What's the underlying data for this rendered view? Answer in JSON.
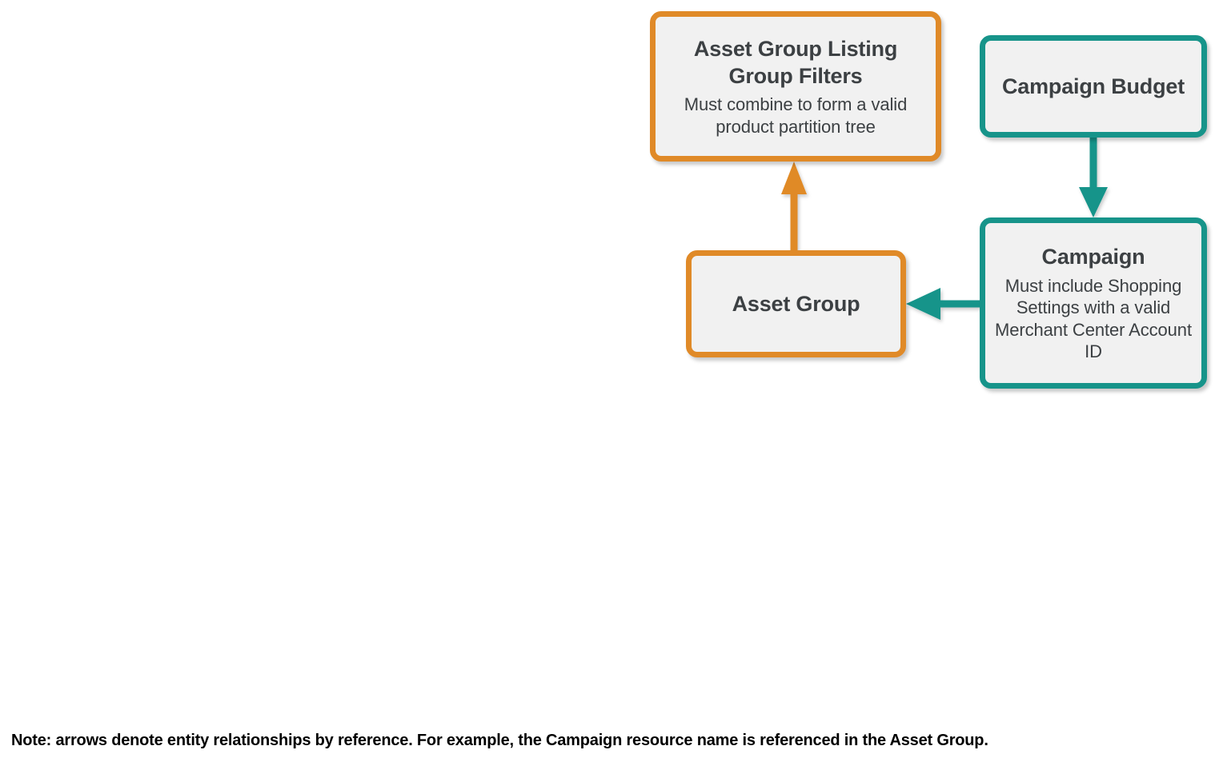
{
  "diagram": {
    "type": "entity-relationship",
    "background": "#FFFFFF",
    "palette": {
      "orange": "#E08A28",
      "teal": "#17948A",
      "node_fill": "#F1F1F1",
      "text": "#3C4043",
      "note_text": "#000000"
    },
    "nodes": [
      {
        "id": "asset-group-listing-group-filters",
        "title": "Asset Group Listing Group Filters",
        "description": "Must combine to form a valid product partition tree",
        "color": "#E08A28"
      },
      {
        "id": "asset-group",
        "title": "Asset Group",
        "description": "",
        "color": "#E08A28"
      },
      {
        "id": "campaign-budget",
        "title": "Campaign Budget",
        "description": "",
        "color": "#17948A"
      },
      {
        "id": "campaign",
        "title": "Campaign",
        "description": "Must include Shopping Settings with a valid Merchant Center Account ID",
        "color": "#17948A"
      }
    ],
    "edges": [
      {
        "id": "asset-group-to-listing-group-filters",
        "from": "asset-group",
        "to": "asset-group-listing-group-filters",
        "direction": "up",
        "color": "#E08A28"
      },
      {
        "id": "campaign-budget-to-campaign",
        "from": "campaign-budget",
        "to": "campaign",
        "direction": "down",
        "color": "#17948A"
      },
      {
        "id": "campaign-to-asset-group",
        "from": "campaign",
        "to": "asset-group",
        "direction": "left",
        "color": "#17948A"
      }
    ],
    "note": "Note: arrows denote entity relationships by reference. For example, the Campaign resource name is referenced in the Asset Group."
  }
}
